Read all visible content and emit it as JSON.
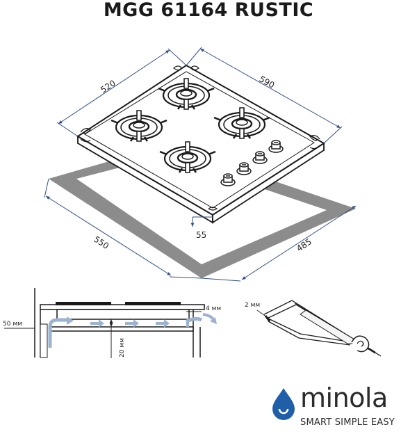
{
  "title": "MGG 61164 RUSTIC",
  "dimensions": {
    "top_depth": "520",
    "top_width": "590",
    "cutout_width": "550",
    "cutout_depth": "485",
    "depth": "55",
    "side_gap": "50 мм",
    "front_gap": "4 мм",
    "below_gap": "20 мм",
    "seal": "2 мм"
  },
  "brand": {
    "name": "minola",
    "tagline": "SMART SIMPLE EASY",
    "accent": "#1f5fa8"
  },
  "colors": {
    "dimension_line": "#2d4f86",
    "cutout_fill": "#8c8c8c",
    "outline": "#1a1a1a"
  }
}
